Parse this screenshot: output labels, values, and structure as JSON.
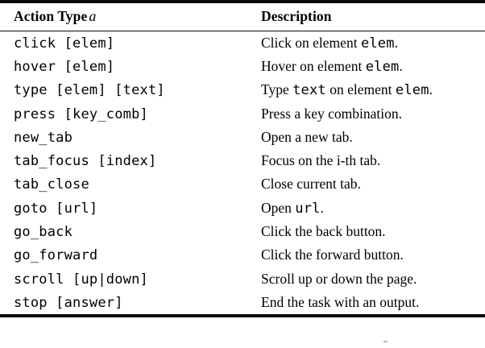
{
  "page": {
    "background": "#ffffff",
    "text_color": "#000000",
    "rule_color": "#0a0a0a"
  },
  "table": {
    "header": {
      "col1_label": "Action Type",
      "col1_math_var": "a",
      "col2_label": "Description"
    },
    "rows": [
      {
        "action": "click [elem]",
        "desc": [
          {
            "text": "Click on element "
          },
          {
            "code": "elem"
          },
          {
            "text": "."
          }
        ]
      },
      {
        "action": "hover [elem]",
        "desc": [
          {
            "text": "Hover on element "
          },
          {
            "code": "elem"
          },
          {
            "text": "."
          }
        ]
      },
      {
        "action": "type [elem] [text]",
        "desc": [
          {
            "text": "Type "
          },
          {
            "code": "text"
          },
          {
            "text": " on element "
          },
          {
            "code": "elem"
          },
          {
            "text": "."
          }
        ]
      },
      {
        "action": "press [key_comb]",
        "desc": [
          {
            "text": "Press a key combination."
          }
        ]
      },
      {
        "action": "new_tab",
        "desc": [
          {
            "text": "Open a new tab."
          }
        ]
      },
      {
        "action": "tab_focus [index]",
        "desc": [
          {
            "text": "Focus on the i-th tab."
          }
        ]
      },
      {
        "action": "tab_close",
        "desc": [
          {
            "text": "Close current tab."
          }
        ]
      },
      {
        "action": "goto [url]",
        "desc": [
          {
            "text": "Open "
          },
          {
            "code": "url"
          },
          {
            "text": "."
          }
        ]
      },
      {
        "action": "go_back",
        "desc": [
          {
            "text": "Click the back button."
          }
        ]
      },
      {
        "action": "go_forward",
        "desc": [
          {
            "text": "Click the forward button."
          }
        ]
      },
      {
        "action": "scroll [up|down]",
        "desc": [
          {
            "text": "Scroll up or down the page."
          }
        ]
      },
      {
        "action": "stop [answer]",
        "desc": [
          {
            "text": "End the task with an output."
          }
        ]
      }
    ]
  }
}
